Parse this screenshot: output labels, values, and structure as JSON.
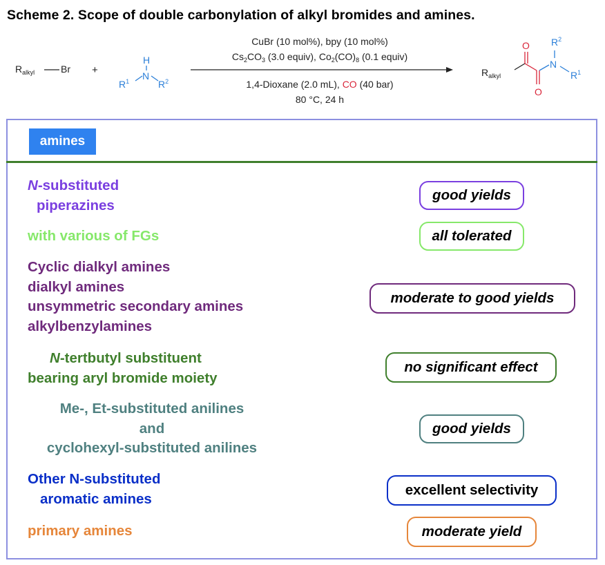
{
  "title": "Scheme 2. Scope of double carbonylation of alkyl bromides and amines.",
  "reaction": {
    "reactant1": {
      "r": "R",
      "r_sub": "alkyl",
      "bond": "—",
      "br": "Br"
    },
    "plus": "+",
    "amine": {
      "h": "H",
      "n": "N",
      "r1": "R",
      "r1_sup": "1",
      "r2": "R",
      "r2_sup": "2"
    },
    "conditions_above": [
      "CuBr (10 mol%), bpy (10 mol%)",
      {
        "a": "Cs",
        "a_sub": "2",
        "b": "CO",
        "b_sub": "3",
        "c": " (3.0 equiv), Co",
        "c_sub": "2",
        "d": "(CO)",
        "d_sub": "8",
        "e": " (0.1 equiv)"
      }
    ],
    "conditions_below": {
      "line1_pre": "1,4-Dioxane (2.0 mL), ",
      "line1_co": "CO",
      "line1_post": " (40 bar)",
      "line2": "80 °C, 24 h"
    },
    "product": {
      "r": "R",
      "r_sub": "alkyl",
      "o": "O",
      "n": "N",
      "r1": "R",
      "r1_sup": "1",
      "r2": "R",
      "r2_sup": "2"
    }
  },
  "tag": "amines",
  "rows": [
    {
      "lines": [
        [
          "N",
          "-substituted"
        ],
        [
          "  piperazines"
        ]
      ],
      "color": "#7a3fe0",
      "result": "good yields",
      "border": "#7a3fe0",
      "italic": true
    },
    {
      "lines": [
        [
          "with various of FGs"
        ]
      ],
      "color": "#86e86a",
      "result": "all tolerated",
      "border": "#86e86a",
      "italic": true
    },
    {
      "lines": [
        [
          "Cyclic dialkyl amines"
        ],
        [
          "dialkyl amines"
        ],
        [
          "unsymmetric secondary amines"
        ],
        [
          "alkylbenzylamines"
        ]
      ],
      "color": "#6f2a7c",
      "result": "moderate to good yields",
      "border": "#6f2a7c",
      "italic": true
    },
    {
      "lines": [
        [
          "N",
          "-tertbutyl substituent"
        ],
        [
          "bearing aryl bromide moiety"
        ]
      ],
      "color": "#3f7f2c",
      "result": "no significant effect",
      "border": "#3f7f2c",
      "italic": true
    },
    {
      "lines": [
        [
          "Me-, Et-substituted anilines"
        ],
        [
          "and"
        ],
        [
          "cyclohexyl-substituted anilines"
        ]
      ],
      "color": "#4f8080",
      "result": "good yields",
      "border": "#4f8080",
      "italic": true
    },
    {
      "lines": [
        [
          "Other N-substituted"
        ],
        [
          "   aromatic amines"
        ]
      ],
      "color": "#0a2fc8",
      "result": "excellent selectivity",
      "border": "#0a2fc8",
      "italic": false
    },
    {
      "lines": [
        [
          "primary amines"
        ]
      ],
      "color": "#e6863a",
      "result": "moderate yield",
      "border": "#e6863a",
      "italic": true
    }
  ]
}
